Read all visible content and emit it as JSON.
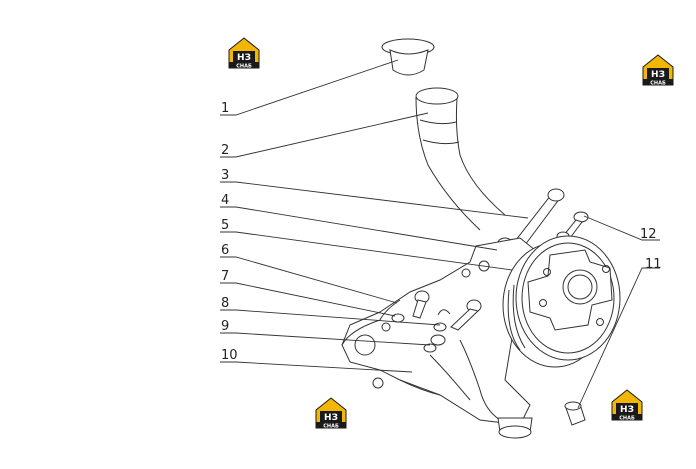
{
  "diagram": {
    "callouts": [
      {
        "id": "1",
        "label": "1"
      },
      {
        "id": "2",
        "label": "2"
      },
      {
        "id": "3",
        "label": "3"
      },
      {
        "id": "4",
        "label": "4"
      },
      {
        "id": "5",
        "label": "5"
      },
      {
        "id": "6",
        "label": "6"
      },
      {
        "id": "7",
        "label": "7"
      },
      {
        "id": "8",
        "label": "8"
      },
      {
        "id": "9",
        "label": "9"
      },
      {
        "id": "10",
        "label": "10"
      },
      {
        "id": "11",
        "label": "11"
      },
      {
        "id": "12",
        "label": "12"
      }
    ]
  },
  "watermark": {
    "logo_text": "НЗ",
    "logo_sub": "СНАБ",
    "colors": {
      "house": "#f2b705",
      "dark": "#1a1a1a",
      "white": "#ffffff"
    }
  }
}
